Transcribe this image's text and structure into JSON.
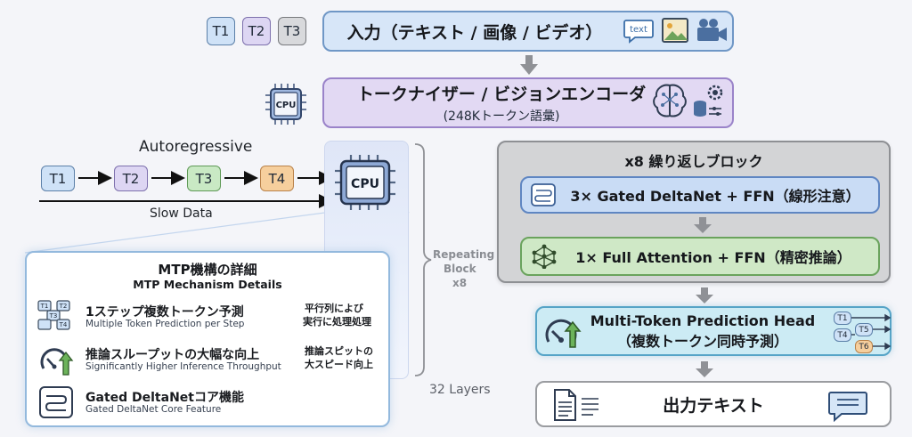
{
  "input_tokens": [
    "T1",
    "T2",
    "T3"
  ],
  "input_box": {
    "label": "入力（テキスト / 画像 / ビデオ）",
    "text_icon_label": "text"
  },
  "tokenizer": {
    "title": "トークナイザー / ビジョンエンコーダ",
    "subtitle": "(248Kトークン語彙)",
    "cpu_label": "CPU"
  },
  "autoregressive": {
    "label": "Autoregressive",
    "tokens": [
      "T1",
      "T2",
      "T3",
      "T4"
    ],
    "slow_label": "Slow Data",
    "cpu_label": "CPU"
  },
  "repeating": {
    "label_line1": "Repeating",
    "label_line2": "Block",
    "label_line3": "x8",
    "layers": "32 Layers"
  },
  "block": {
    "title": "x8 繰り返しブロック",
    "gated": "3× Gated DeltaNet + FFN（線形注意）",
    "full": "1× Full Attention + FFN（精密推論）"
  },
  "mtp_head": {
    "title": "Multi-Token Prediction Head",
    "subtitle": "（複数トークン同時予測）",
    "tokens": [
      "T1",
      "T4",
      "T5",
      "T6"
    ]
  },
  "output": {
    "label": "出力テキスト"
  },
  "details": {
    "title": "MTP機構の詳細",
    "subtitle": "MTP Mechanism Details",
    "items": [
      {
        "jp": "1ステップ複数トークン予測",
        "en": "Multiple Token Prediction per Step",
        "note1": "平行列によび",
        "note2": "実行に処理処理",
        "icon_tokens": [
          "T1",
          "T2",
          "T3",
          "T4"
        ]
      },
      {
        "jp": "推論スループットの大幅な向上",
        "en": "Significantly Higher Inference Throughput",
        "note1": "推論スピットの",
        "note2": "大スピード向上"
      },
      {
        "jp": "Gated DeltaNetコア機能",
        "en": "Gated DeltaNet Core Feature"
      }
    ]
  },
  "colors": {
    "input_bg": "#d7e6f8",
    "tokenizer_bg": "#e2d9f3",
    "gated_bg": "#c9dcf5",
    "full_bg": "#cfe8c6",
    "mtp_bg": "#ccebf4",
    "arrow_gray": "#8f9196"
  }
}
